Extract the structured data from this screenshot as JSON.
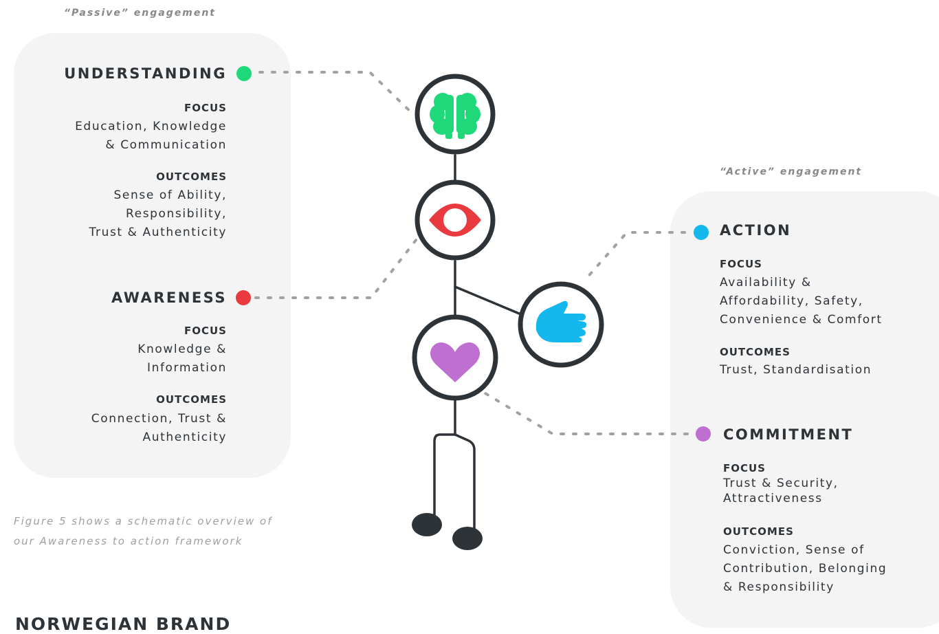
{
  "passive_caption": "“Passive” engagement",
  "active_caption": "“Active” engagement",
  "understanding": {
    "title": "UNDERSTANDING",
    "focus_label": "FOCUS",
    "focus_lines": [
      "Education, Knowledge",
      "& Communication"
    ],
    "outcomes_label": "OUTCOMES",
    "outcomes_lines": [
      "Sense of Ability,",
      "Responsibility,",
      "Trust & Authenticity"
    ],
    "color": "#1fd87a",
    "icon": "brain-icon"
  },
  "awareness": {
    "title": "AWARENESS",
    "focus_label": "FOCUS",
    "focus_lines": [
      "Knowledge &",
      "Information"
    ],
    "outcomes_label": "OUTCOMES",
    "outcomes_lines": [
      "Connection, Trust &",
      "Authenticity"
    ],
    "color": "#e83a3f",
    "icon": "eye-icon"
  },
  "action": {
    "title": "ACTION",
    "focus_label": "FOCUS",
    "focus_lines": [
      "Availability &",
      "Affordability, Safety,",
      "Convenience & Comfort"
    ],
    "outcomes_label": "OUTCOMES",
    "outcomes_lines": [
      "Trust, Standardisation"
    ],
    "color": "#14b8ec",
    "icon": "hand-icon"
  },
  "commitment": {
    "title": "COMMITMENT",
    "focus_label": "FOCUS",
    "focus_lines": [
      "Trust & Security,",
      "Attractiveness"
    ],
    "outcomes_label": "OUTCOMES",
    "outcomes_lines": [
      "Conviction, Sense of",
      "Contribution, Belonging",
      "& Responsibility"
    ],
    "color": "#bf6fcf",
    "icon": "heart-icon"
  },
  "figure_caption_lines": [
    "Figure 5 shows a schematic overview of",
    "our Awareness to action framework"
  ],
  "footer_title": "NORWEGIAN BRAND"
}
